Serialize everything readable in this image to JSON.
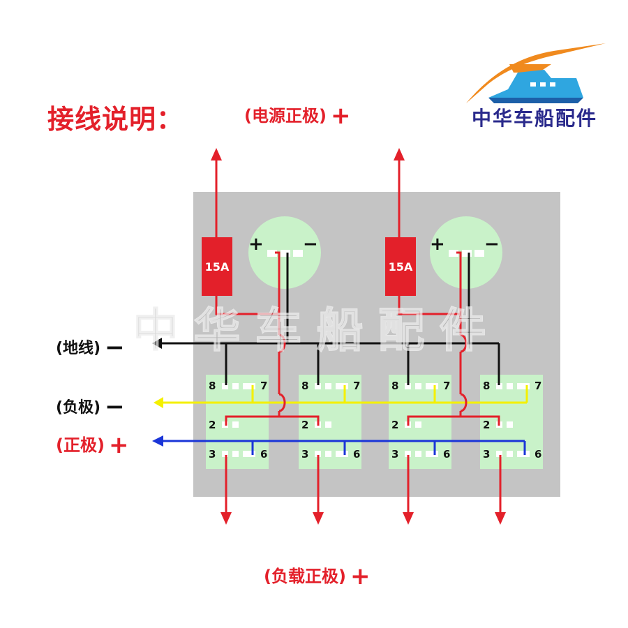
{
  "title": "接线说明：",
  "brand": {
    "name": "中华车船配件"
  },
  "watermark": "中华车船配件",
  "labels": {
    "power_positive": "(电源正极)",
    "load_positive": "(负载正极)",
    "ground": "(地线)",
    "negative": "(负极)",
    "positive": "(正极)",
    "plus": "+",
    "minus": "−"
  },
  "fuse": {
    "rating": "15A"
  },
  "meter": {
    "plus": "+",
    "minus": "−"
  },
  "pins": {
    "p8": "8",
    "p7": "7",
    "p2": "2",
    "p3": "3",
    "p6": "6"
  },
  "colors": {
    "positive_wire": "#e3202a",
    "ground_wire": "#111111",
    "negative_wire": "#f4f000",
    "positive_bus": "#1a35d8",
    "panel": "#c4c4c4",
    "module": "#c9f2c9"
  }
}
